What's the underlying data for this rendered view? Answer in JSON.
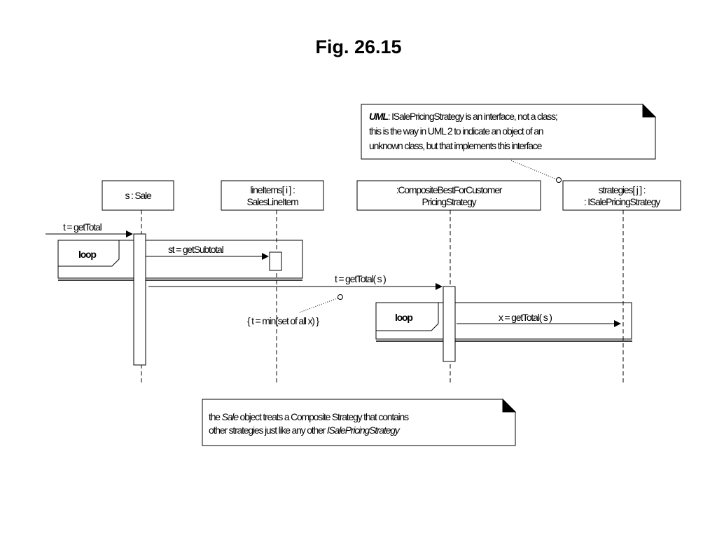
{
  "title": "Fig. 26.15",
  "lifelines": {
    "sale": "s : Sale",
    "lineitems_1": "lineItems[ i ] :",
    "lineitems_2": "SalesLineItem",
    "composite_1": ":CompositeBestForCustomer",
    "composite_2": "PricingStrategy",
    "strategies_1": "strategies[ j ] :",
    "strategies_2": ": ISalePricingStrategy"
  },
  "messages": {
    "get_total": "t = getTotal",
    "get_subtotal": "st = getSubtotal",
    "get_total_s": "t = getTotal( s )",
    "x_get_total_s": "x = getTotal( s )"
  },
  "frames": {
    "loop_1": "loop",
    "loop_2": "loop"
  },
  "constraint": "{ t = min(set of all x) }",
  "note_uml": {
    "bold_prefix": "UML",
    "line1_rest": ": ISalePricingStrategy is an interface, not a class;",
    "line2": "this is the way in UML 2 to indicate an object of an",
    "line3": "unknown class, but that implements this interface"
  },
  "note_sale": {
    "line1_pre": "the ",
    "line1_italic": "Sale",
    "line1_post": " object treats a Composite Strategy that contains",
    "line2_pre": "other strategies just like any other ",
    "line2_italic": "ISalePricingStrategy"
  }
}
